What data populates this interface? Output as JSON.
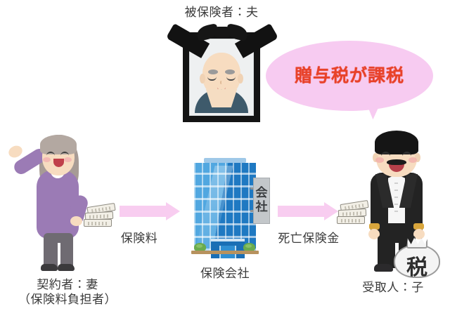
{
  "diagram": {
    "title_insured": "被保険者：夫",
    "labels": {
      "premium": "保険料",
      "insurance_company": "保険会社",
      "death_benefit": "死亡保険金",
      "contractor": "契約者：妻",
      "contractor_sub": "（保険料負担者）",
      "recipient": "受取人：子"
    },
    "callout": {
      "text": "贈与税が課税",
      "bubble_color": "#f7cbf1",
      "text_color": "#e8422a"
    },
    "building": {
      "sign_char_1": "会",
      "sign_char_2": "社",
      "body_color": "#2e8fd6"
    },
    "tax_bag": {
      "char": "税"
    },
    "arrows": {
      "color": "#f8cdf0",
      "premium_direction": "right",
      "benefit_direction": "right"
    },
    "icons": {
      "portrait": "memorial-portrait-icon",
      "money_left": "money-bundle-icon",
      "money_right": "money-bundle-icon",
      "wife": "woman-character-icon",
      "son": "man-tuxedo-character-icon",
      "bag": "tax-money-bag-icon"
    }
  }
}
